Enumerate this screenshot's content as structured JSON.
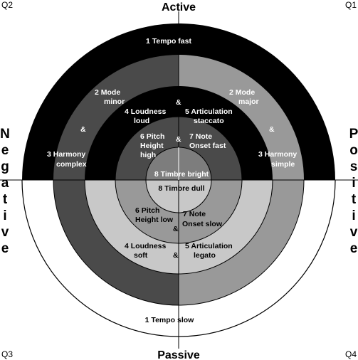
{
  "axes": {
    "top": "Active",
    "bottom": "Passive",
    "left": [
      "N",
      "e",
      "g",
      "a",
      "t",
      "i",
      "v",
      "e"
    ],
    "right": [
      "P",
      "o",
      "s",
      "i",
      "t",
      "i",
      "v",
      "e"
    ]
  },
  "quadrants": {
    "q1": "Q1",
    "q2": "Q2",
    "q3": "Q3",
    "q4": "Q4"
  },
  "rings": {
    "tempo_fast": "1  Tempo fast",
    "tempo_slow": "1  Tempo slow",
    "mode_minor": [
      "2  Mode",
      "minor"
    ],
    "mode_major": [
      "2  Mode",
      "major"
    ],
    "harmony_complex": [
      "3  Harmony",
      "complex"
    ],
    "harmony_simple": [
      "3  Harmony",
      "simple"
    ],
    "loudness_loud": [
      "4  Loudness",
      "loud"
    ],
    "loudness_soft": [
      "4  Loudness",
      "soft"
    ],
    "articulation_staccato": [
      "5  Articulation",
      "staccato"
    ],
    "articulation_legato": [
      "5  Articulation",
      "legato"
    ],
    "pitch_high": [
      "6  Pitch",
      "Height",
      "high"
    ],
    "pitch_low": [
      "6  Pitch",
      "Height low"
    ],
    "note_onset_fast": [
      "7  Note",
      "Onset fast"
    ],
    "note_onset_slow": [
      "7  Note",
      "Onset slow"
    ],
    "timbre_bright": "8  Timbre bright",
    "timbre_dull": "8  Timbre dull",
    "amp": "&"
  },
  "colors": {
    "black": "#000000",
    "dark": "#4a4a4a",
    "mid": "#7d7d7d",
    "gray": "#999999",
    "light": "#c8c8c8",
    "white": "#ffffff"
  }
}
